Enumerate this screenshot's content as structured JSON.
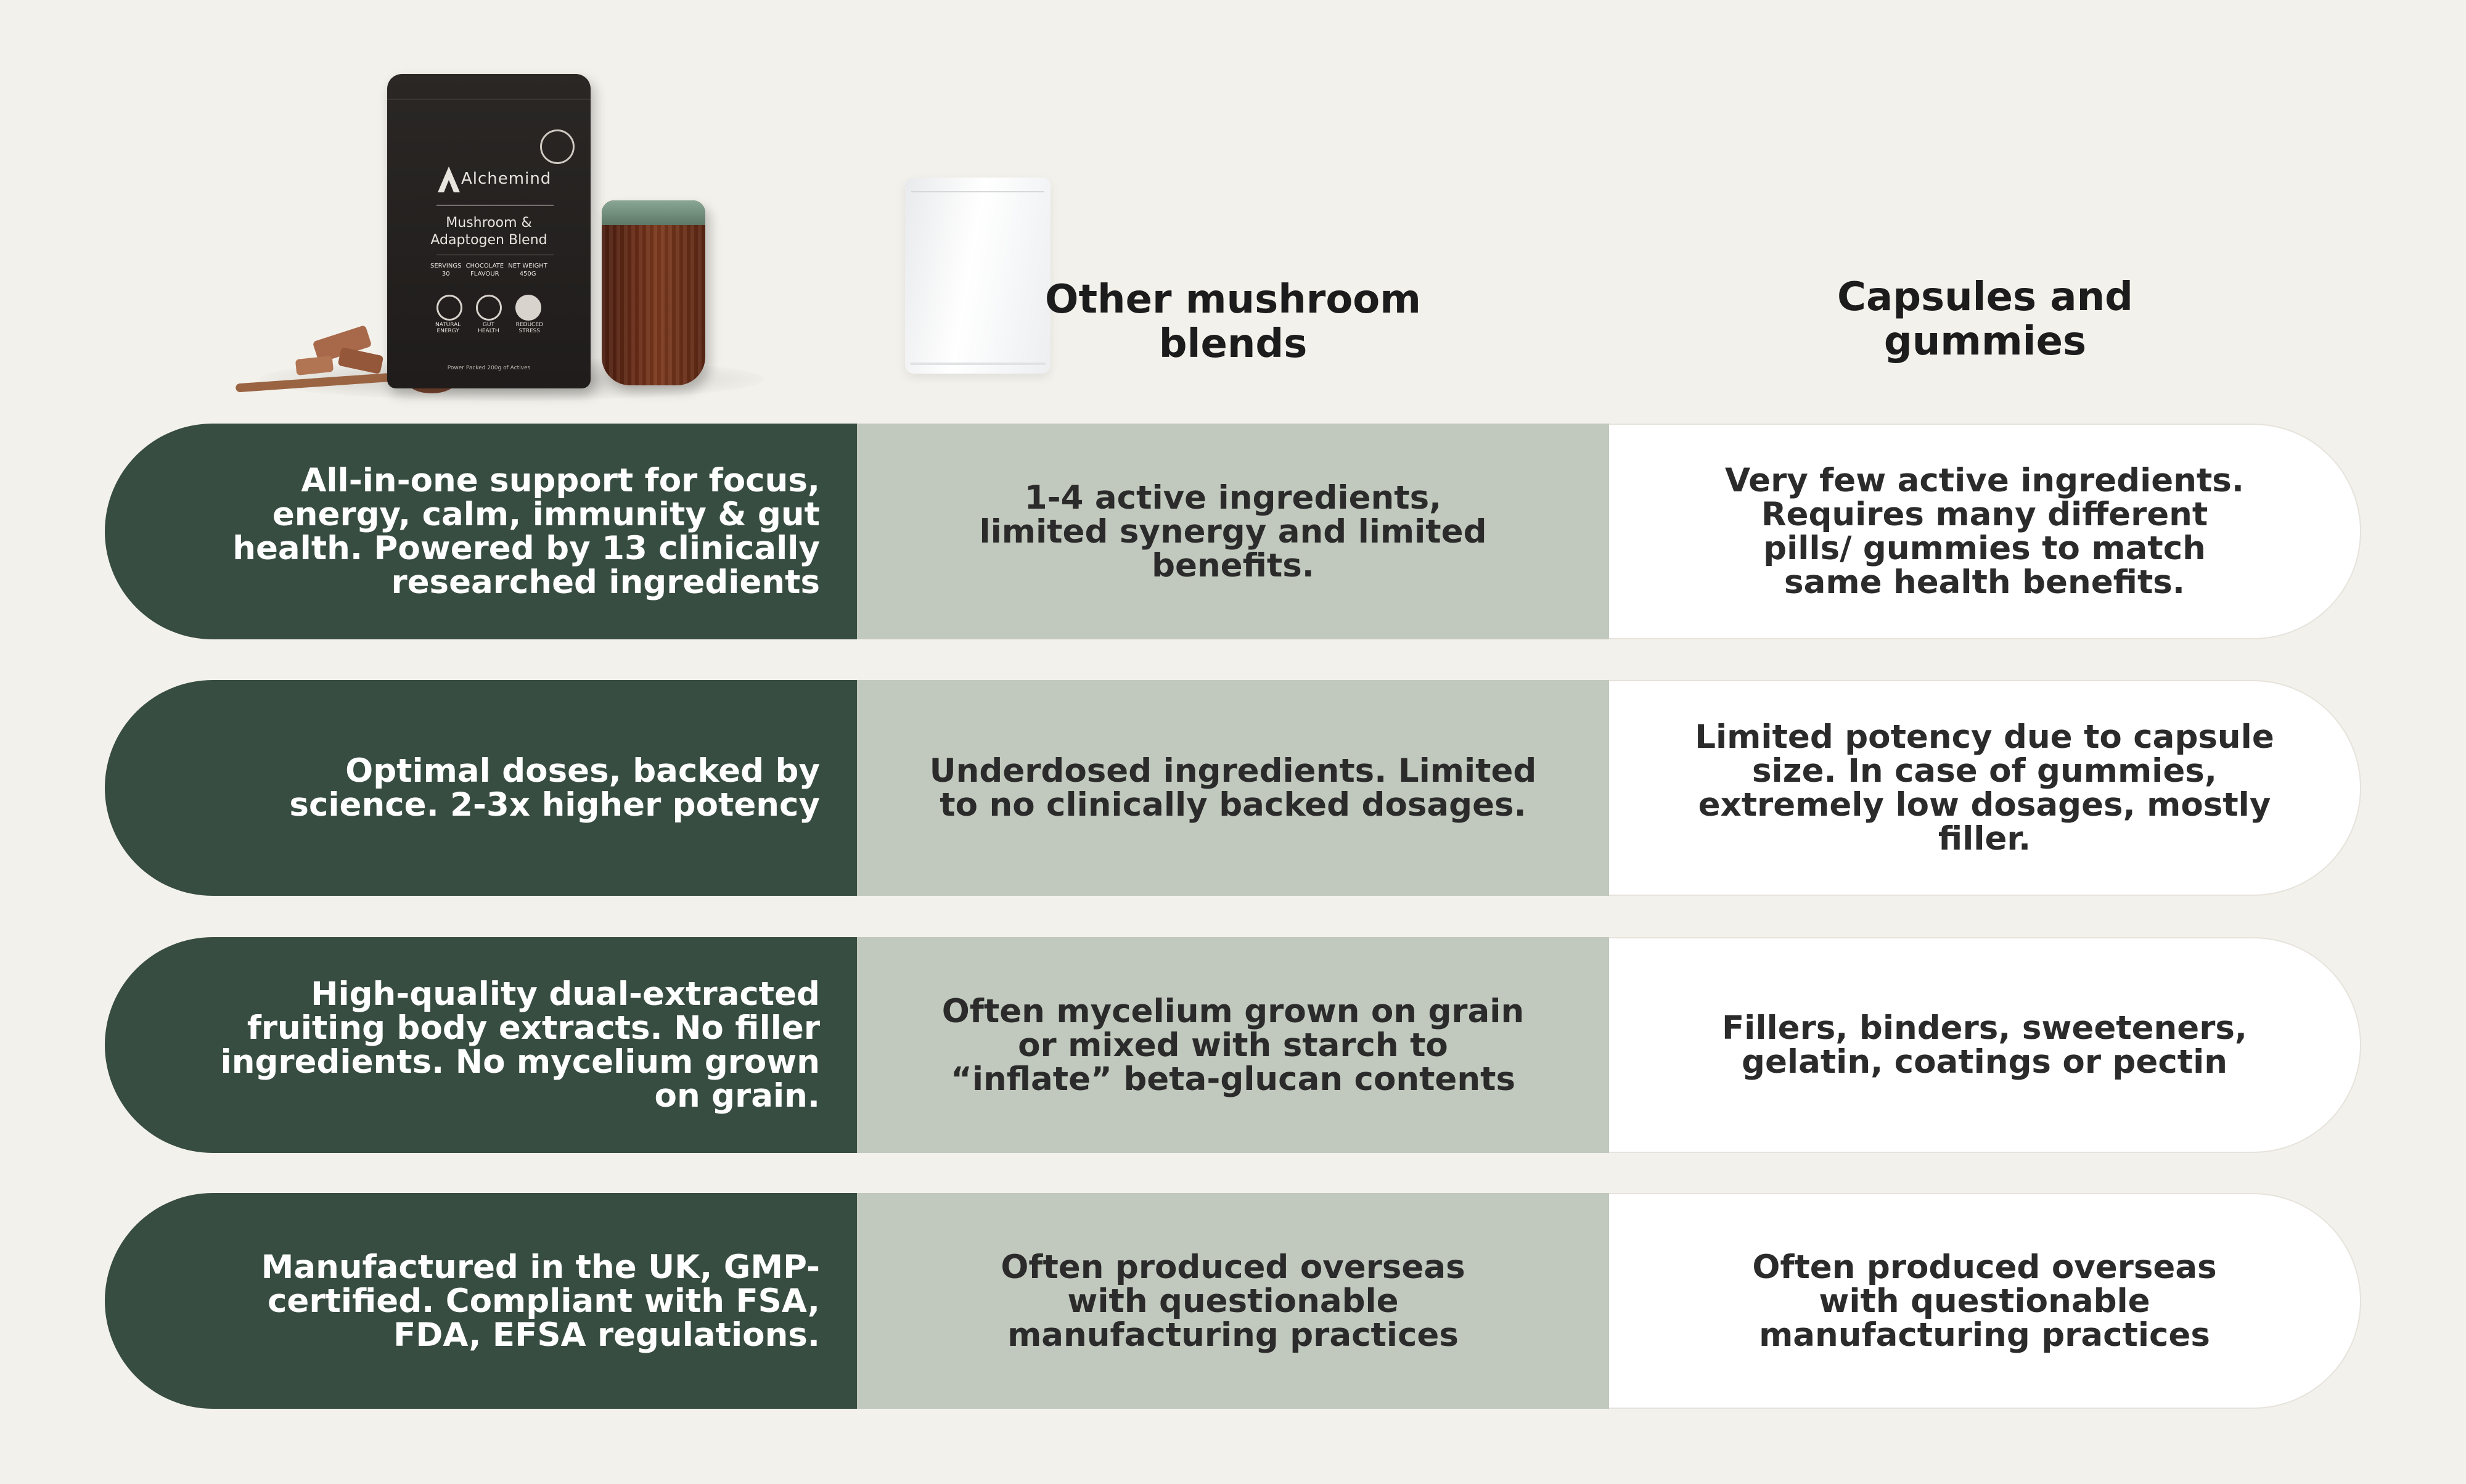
{
  "hero": {
    "brand": "Alchemind",
    "product_name": "Mushroom & Adaptogen Blend",
    "pouch_cells": [
      "SERVINGS 30",
      "CHOCOLATE FLAVOUR",
      "NET WEIGHT 450G"
    ],
    "pouch_icons": [
      "energy-icon",
      "gut-health-icon",
      "reduced-stress-icon"
    ],
    "pouch_icon_labels": [
      "NATURAL ENERGY",
      "GUT HEALTH",
      "REDUCED STRESS"
    ],
    "pouch_footer": "Power Packed 200g of Actives"
  },
  "columns": {
    "other_title": "Other mushroom blends",
    "capsules_title": "Capsules and gummies"
  },
  "rows": [
    {
      "alchemind": "All-in-one support for focus, energy, calm, immunity & gut health. Powered by 13 clinically researched ingredients",
      "other": "1-4 active ingredients, limited synergy and limited benefits.",
      "capsules": "Very few active ingredients. Requires many different pills/ gummies to match same health benefits."
    },
    {
      "alchemind": "Optimal doses, backed by science. 2-3x higher potency",
      "other": "Underdosed ingredients. Limited to no clinically backed dosages.",
      "capsules": "Limited potency due to capsule size. In case of gummies, extremely low dosages, mostly filler."
    },
    {
      "alchemind": "High-quality dual-extracted fruiting body extracts. No filler ingredients. No mycelium grown on grain.",
      "other": "Often mycelium grown on grain or mixed with starch to “inflate” beta-glucan contents",
      "capsules": "Fillers, binders, sweeteners, gelatin, coatings or pectin"
    },
    {
      "alchemind": "Manufactured in the UK, GMP-certified. Compliant with FSA, FDA, EFSA regulations.",
      "other": "Often produced overseas with questionable manufacturing practices",
      "capsules": "Often produced overseas with questionable manufacturing practices"
    }
  ],
  "colors": {
    "background": "#f3f1eb",
    "alchemind_column": "#384d41",
    "other_column": "#c1c8bd",
    "capsules_column": "#ffffff"
  }
}
